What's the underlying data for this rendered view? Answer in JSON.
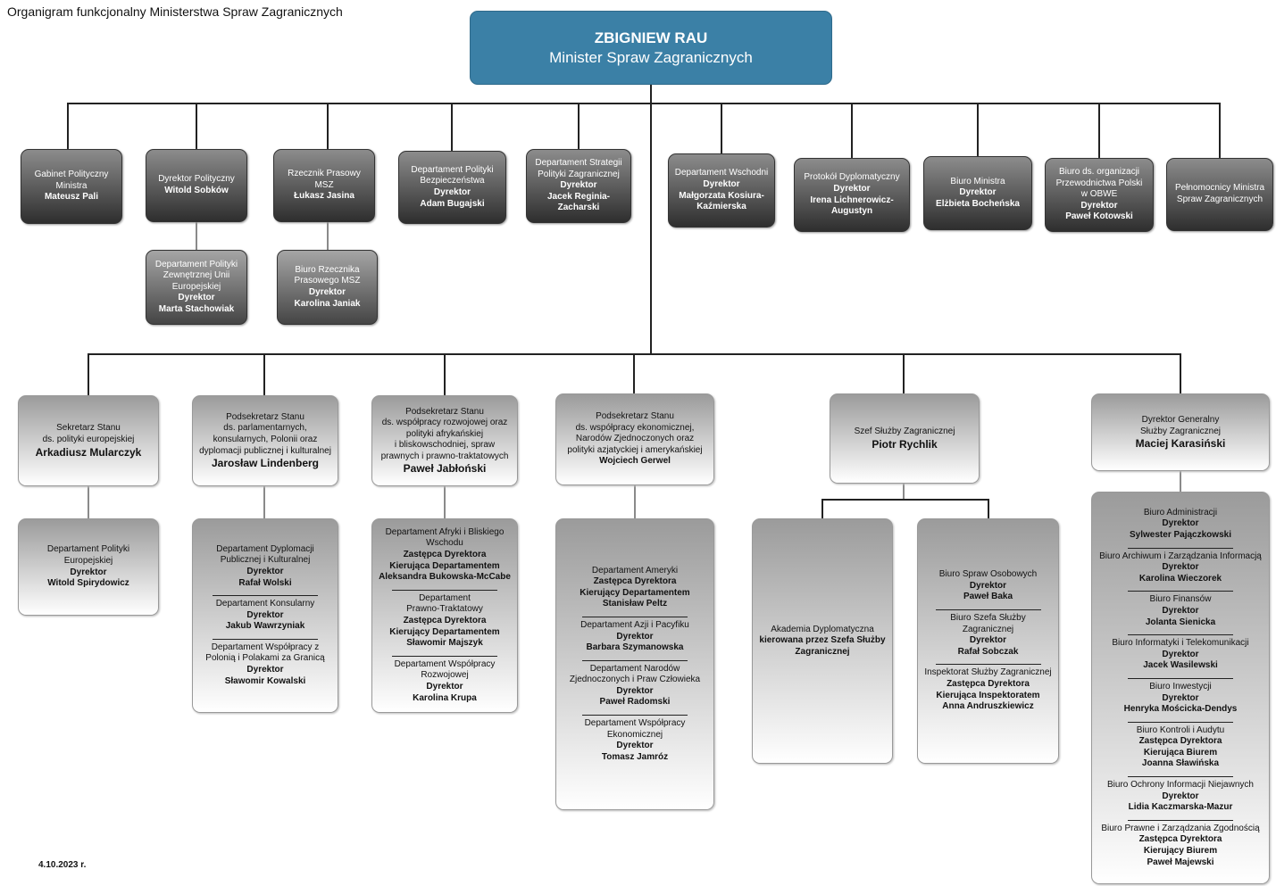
{
  "title": "Organigram funkcjonalny Ministerstwa Spraw Zagranicznych",
  "date": "4.10.2023 r.",
  "colors": {
    "minister": "#3b80a6",
    "dark_box": "#2e2e2e",
    "light_box": "#9b9b9b"
  },
  "minister": {
    "name": "ZBIGNIEW RAU",
    "role": "Minister Spraw Zagranicznych"
  },
  "boxes": [
    {
      "id": "gabinet",
      "sections": [
        [
          {
            "t": "Gabinet Polityczny"
          },
          {
            "t": "Ministra"
          },
          {
            "t": "Mateusz Pali",
            "b": true
          }
        ]
      ]
    },
    {
      "id": "dyrektor-polityczny",
      "sections": [
        [
          {
            "t": "Dyrektor Polityczny"
          },
          {
            "t": "Witold Sobków",
            "b": true
          }
        ]
      ]
    },
    {
      "id": "rzecznik",
      "sections": [
        [
          {
            "t": "Rzecznik Prasowy"
          },
          {
            "t": "MSZ"
          },
          {
            "t": "Łukasz Jasina",
            "b": true
          }
        ]
      ]
    },
    {
      "id": "bezpieczenstwo",
      "sections": [
        [
          {
            "t": "Departament Polityki"
          },
          {
            "t": "Bezpieczeństwa"
          },
          {
            "t": "Dyrektor",
            "b": true
          },
          {
            "t": "Adam Bugajski",
            "b": true
          }
        ]
      ]
    },
    {
      "id": "strategia",
      "sections": [
        [
          {
            "t": "Departament Strategii"
          },
          {
            "t": "Polityki Zagranicznej"
          },
          {
            "t": "Dyrektor",
            "b": true
          },
          {
            "t": "Jacek Reginia-",
            "b": true
          },
          {
            "t": "Zacharski",
            "b": true
          }
        ]
      ]
    },
    {
      "id": "wschodni",
      "sections": [
        [
          {
            "t": "Departament Wschodni"
          },
          {
            "t": "Dyrektor",
            "b": true
          },
          {
            "t": "Małgorzata Kosiura-",
            "b": true
          },
          {
            "t": "Kaźmierska",
            "b": true
          }
        ]
      ]
    },
    {
      "id": "protokol",
      "sections": [
        [
          {
            "t": "Protokół Dyplomatyczny"
          },
          {
            "t": "Dyrektor",
            "b": true
          },
          {
            "t": "Irena Lichnerowicz-",
            "b": true
          },
          {
            "t": "Augustyn",
            "b": true
          }
        ]
      ]
    },
    {
      "id": "biuro-ministra",
      "sections": [
        [
          {
            "t": "Biuro Ministra"
          },
          {
            "t": "Dyrektor",
            "b": true
          },
          {
            "t": "Elżbieta Bocheńska",
            "b": true
          }
        ]
      ]
    },
    {
      "id": "obwe",
      "sections": [
        [
          {
            "t": "Biuro ds. organizacji"
          },
          {
            "t": "Przewodnictwa Polski"
          },
          {
            "t": "w OBWE"
          },
          {
            "t": "Dyrektor",
            "b": true
          },
          {
            "t": "Paweł Kotowski",
            "b": true
          }
        ]
      ]
    },
    {
      "id": "pelnomocnicy",
      "sections": [
        [
          {
            "t": "Pełnomocnicy Ministra"
          },
          {
            "t": "Spraw Zagranicznych"
          }
        ]
      ]
    },
    {
      "id": "unia",
      "sections": [
        [
          {
            "t": "Departament Polityki"
          },
          {
            "t": "Zewnętrznej Unii"
          },
          {
            "t": "Europejskiej"
          },
          {
            "t": "Dyrektor",
            "b": true
          },
          {
            "t": "Marta Stachowiak",
            "b": true
          }
        ]
      ]
    },
    {
      "id": "biuro-rzecznika",
      "sections": [
        [
          {
            "t": "Biuro Rzecznika"
          },
          {
            "t": "Prasowego MSZ"
          },
          {
            "t": "Dyrektor",
            "b": true
          },
          {
            "t": "Karolina Janiak",
            "b": true
          }
        ]
      ]
    },
    {
      "id": "sekretarz",
      "sections": [
        [
          {
            "t": "Sekretarz Stanu"
          },
          {
            "t": "ds. polityki europejskiej"
          },
          {
            "t": "Arkadiusz Mularczyk",
            "h": true
          }
        ]
      ]
    },
    {
      "id": "lindenberg",
      "sections": [
        [
          {
            "t": "Podsekretarz Stanu"
          },
          {
            "t": "ds. parlamentarnych,"
          },
          {
            "t": "konsularnych, Polonii oraz"
          },
          {
            "t": "dyplomacji publicznej i kulturalnej"
          },
          {
            "t": "Jarosław Lindenberg",
            "h": true
          }
        ]
      ]
    },
    {
      "id": "jablonski",
      "sections": [
        [
          {
            "t": "Podsekretarz Stanu"
          },
          {
            "t": "ds. współpracy rozwojowej oraz"
          },
          {
            "t": "polityki afrykańskiej"
          },
          {
            "t": "i bliskowschodniej, spraw"
          },
          {
            "t": "prawnych i prawno-traktatowych"
          },
          {
            "t": "Paweł Jabłoński",
            "h": true
          }
        ]
      ]
    },
    {
      "id": "gerwel",
      "sections": [
        [
          {
            "t": "Podsekretarz Stanu"
          },
          {
            "t": "ds. współpracy ekonomicznej,"
          },
          {
            "t": "Narodów Zjednoczonych oraz"
          },
          {
            "t": "polityki azjatyckiej i amerykańskiej"
          },
          {
            "t": "Wojciech Gerwel",
            "b": true
          }
        ]
      ]
    },
    {
      "id": "szef-sluzby",
      "sections": [
        [
          {
            "t": "Szef Służby Zagranicznej"
          },
          {
            "t": "Piotr Rychlik",
            "h": true
          }
        ]
      ]
    },
    {
      "id": "dyrektor-generalny",
      "sections": [
        [
          {
            "t": "Dyrektor Generalny"
          },
          {
            "t": "Służby Zagranicznej"
          },
          {
            "t": "Maciej Karasiński",
            "h": true
          }
        ]
      ]
    },
    {
      "id": "europejska",
      "sections": [
        [
          {
            "t": "Departament Polityki"
          },
          {
            "t": "Europejskiej"
          },
          {
            "t": "Dyrektor",
            "b": true
          },
          {
            "t": "Witold Spirydowicz",
            "b": true
          }
        ]
      ]
    },
    {
      "id": "dept-lindenberg",
      "sections": [
        [
          {
            "t": "Departament Dyplomacji"
          },
          {
            "t": "Publicznej i Kulturalnej"
          },
          {
            "t": "Dyrektor",
            "b": true
          },
          {
            "t": "Rafał Wolski",
            "b": true
          }
        ],
        [
          {
            "t": "Departament Konsularny"
          },
          {
            "t": "Dyrektor",
            "b": true
          },
          {
            "t": "Jakub Wawrzyniak",
            "b": true
          }
        ],
        [
          {
            "t": "Departament Współpracy z"
          },
          {
            "t": "Polonią i Polakami za Granicą"
          },
          {
            "t": "Dyrektor",
            "b": true
          },
          {
            "t": "Sławomir Kowalski",
            "b": true
          }
        ]
      ]
    },
    {
      "id": "dept-jablonski",
      "sections": [
        [
          {
            "t": "Departament Afryki i Bliskiego"
          },
          {
            "t": "Wschodu"
          },
          {
            "t": "Zastępca Dyrektora",
            "b": true
          },
          {
            "t": "Kierująca Departamentem",
            "b": true
          },
          {
            "t": "Aleksandra Bukowska-McCabe",
            "b": true
          }
        ],
        [
          {
            "t": "Departament"
          },
          {
            "t": "Prawno-Traktatowy"
          },
          {
            "t": "Zastępca Dyrektora",
            "b": true
          },
          {
            "t": "Kierujący Departamentem",
            "b": true
          },
          {
            "t": "Sławomir Majszyk",
            "b": true
          }
        ],
        [
          {
            "t": "Departament Współpracy"
          },
          {
            "t": "Rozwojowej"
          },
          {
            "t": "Dyrektor",
            "b": true
          },
          {
            "t": "Karolina Krupa",
            "b": true
          }
        ]
      ]
    },
    {
      "id": "dept-gerwel",
      "sections": [
        [
          {
            "t": "Departament Ameryki"
          },
          {
            "t": "Zastępca Dyrektora",
            "b": true
          },
          {
            "t": "Kierujący Departamentem",
            "b": true
          },
          {
            "t": "Stanisław Peltz",
            "b": true
          }
        ],
        [
          {
            "t": "Departament Azji i Pacyfiku"
          },
          {
            "t": "Dyrektor",
            "b": true
          },
          {
            "t": "Barbara Szymanowska",
            "b": true
          }
        ],
        [
          {
            "t": "Departament Narodów"
          },
          {
            "t": "Zjednoczonych i Praw Człowieka"
          },
          {
            "t": "Dyrektor",
            "b": true
          },
          {
            "t": "Paweł Radomski",
            "b": true
          }
        ],
        [
          {
            "t": "Departament Współpracy"
          },
          {
            "t": "Ekonomicznej"
          },
          {
            "t": "Dyrektor",
            "b": true
          },
          {
            "t": "Tomasz Jamróz",
            "b": true
          }
        ]
      ]
    },
    {
      "id": "akademia",
      "sections": [
        [
          {
            "t": "Akademia Dyplomatyczna"
          },
          {
            "t": "kierowana przez Szefa Służby",
            "b": true
          },
          {
            "t": "Zagranicznej",
            "b": true
          }
        ]
      ]
    },
    {
      "id": "biura-szs",
      "sections": [
        [
          {
            "t": "Biuro Spraw Osobowych"
          },
          {
            "t": "Dyrektor",
            "b": true
          },
          {
            "t": "Paweł Baka",
            "b": true
          }
        ],
        [
          {
            "t": "Biuro Szefa Służby"
          },
          {
            "t": "Zagranicznej"
          },
          {
            "t": "Dyrektor",
            "b": true
          },
          {
            "t": "Rafał Sobczak",
            "b": true
          }
        ],
        [
          {
            "t": "Inspektorat Służby Zagranicznej"
          },
          {
            "t": "Zastępca Dyrektora",
            "b": true
          },
          {
            "t": "Kierująca Inspektoratem",
            "b": true
          },
          {
            "t": "Anna Andruszkiewicz",
            "b": true
          }
        ]
      ]
    },
    {
      "id": "biura-dg",
      "sections": [
        [
          {
            "t": "Biuro Administracji"
          },
          {
            "t": "Dyrektor",
            "b": true
          },
          {
            "t": "Sylwester Pajączkowski",
            "b": true
          }
        ],
        [
          {
            "t": "Biuro Archiwum i Zarządzania Informacją"
          },
          {
            "t": "Dyrektor",
            "b": true
          },
          {
            "t": "Karolina Wieczorek",
            "b": true
          }
        ],
        [
          {
            "t": "Biuro Finansów"
          },
          {
            "t": "Dyrektor",
            "b": true
          },
          {
            "t": "Jolanta Sienicka",
            "b": true
          }
        ],
        [
          {
            "t": "Biuro Informatyki i Telekomunikacji"
          },
          {
            "t": "Dyrektor",
            "b": true
          },
          {
            "t": "Jacek Wasilewski",
            "b": true
          }
        ],
        [
          {
            "t": "Biuro Inwestycji"
          },
          {
            "t": "Dyrektor",
            "b": true
          },
          {
            "t": "Henryka Mościcka-Dendys",
            "b": true
          }
        ],
        [
          {
            "t": "Biuro Kontroli i Audytu"
          },
          {
            "t": "Zastępca Dyrektora",
            "b": true
          },
          {
            "t": "Kierująca Biurem",
            "b": true
          },
          {
            "t": "Joanna Sławińska",
            "b": true
          }
        ],
        [
          {
            "t": "Biuro Ochrony Informacji Niejawnych"
          },
          {
            "t": "Dyrektor",
            "b": true
          },
          {
            "t": "Lidia Kaczmarska-Mazur",
            "b": true
          }
        ],
        [
          {
            "t": "Biuro Prawne i Zarządzania Zgodnością"
          },
          {
            "t": "Zastępca Dyrektora",
            "b": true
          },
          {
            "t": "Kierujący Biurem",
            "b": true
          },
          {
            "t": "Paweł Majewski",
            "b": true
          }
        ]
      ]
    }
  ]
}
